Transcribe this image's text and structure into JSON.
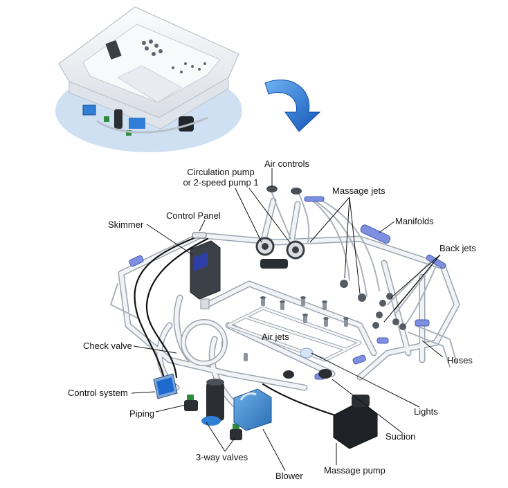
{
  "labels": {
    "air_controls": "Air controls",
    "circulation_pump_line1": "Circulation pump",
    "circulation_pump_line2": "or 2-speed pump 1",
    "massage_jets": "Massage jets",
    "manifolds": "Manifolds",
    "control_panel": "Control Panel",
    "skimmer": "Skimmer",
    "back_jets": "Back jets",
    "air_jets": "Air jets",
    "check_valve": "Check valve",
    "hoses": "Hoses",
    "control_system": "Control system",
    "piping": "Piping",
    "lights": "Lights",
    "suction": "Suction",
    "three_way_valves": "3-way valves",
    "massage_pump": "Massage pump",
    "blower": "Blower"
  },
  "colors": {
    "tub_shell": "#eef1f5",
    "tub_shadow": "#c9dcf1",
    "pipe": "#f1f3f6",
    "pipe_outline": "#9aa3ad",
    "accent_blue": "#2f7fd6",
    "arrow_blue": "#1e73d8",
    "component_dark": "#2b2f34",
    "valve_green": "#2e8b3e",
    "manifold_blue": "#7e8fe0"
  },
  "icons": {
    "transition_arrow": "curved-down-arrow-icon"
  }
}
